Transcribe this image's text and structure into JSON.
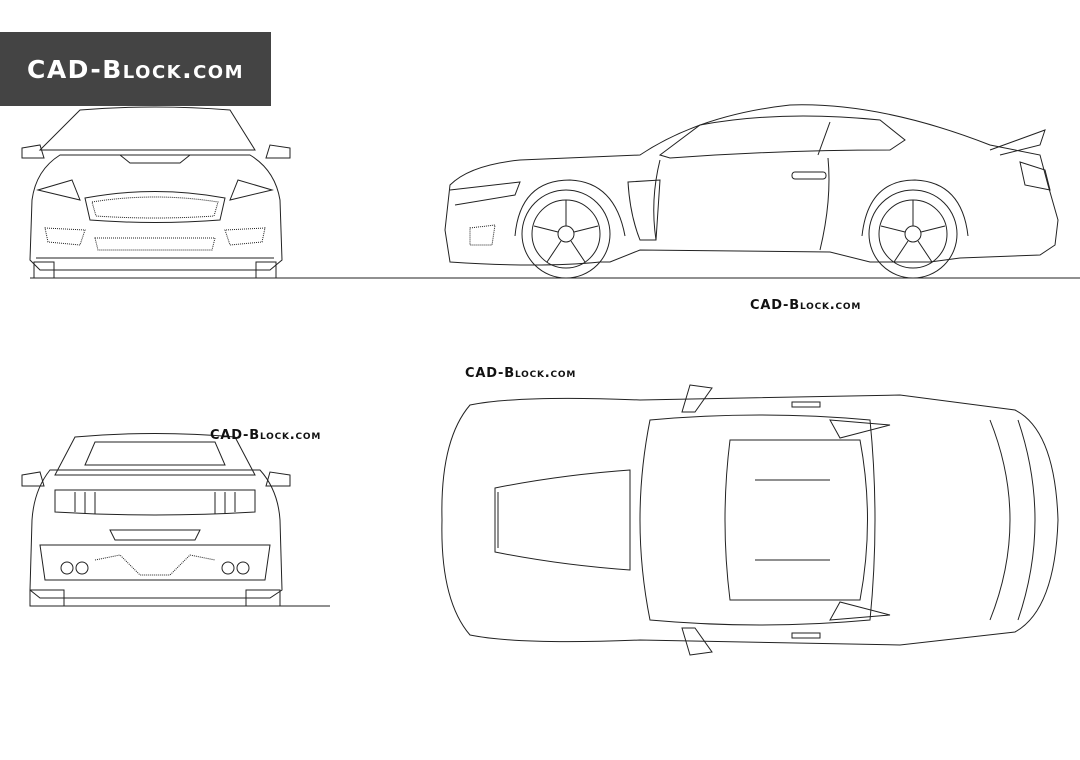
{
  "logo": {
    "text": "CAD-Block.com"
  },
  "watermarks": [
    {
      "text": "CAD-Block.com"
    },
    {
      "text": "CAD-Block.com"
    },
    {
      "text": "CAD-Block.com"
    }
  ],
  "views": [
    "front-view",
    "side-view",
    "rear-view",
    "top-view"
  ]
}
